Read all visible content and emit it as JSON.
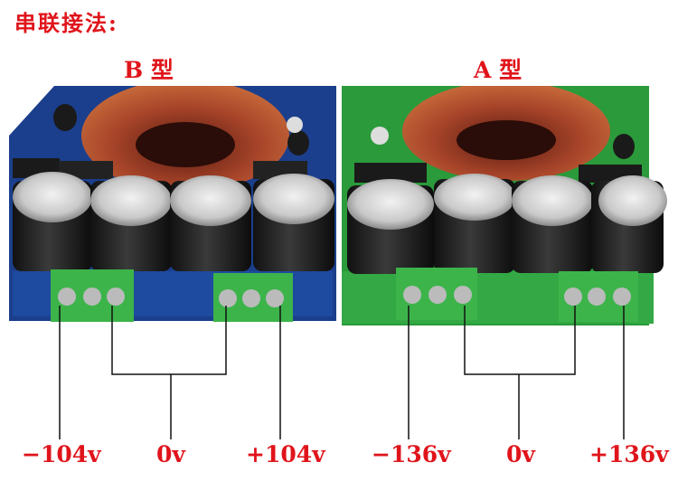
{
  "title": "串联接法:",
  "board_b": {
    "label": "B 型",
    "terminals": [
      "−104v",
      "0v",
      "+104v"
    ]
  },
  "board_a": {
    "label": "A 型",
    "terminals": [
      "−136v",
      "0v",
      "+136v"
    ]
  },
  "colors": {
    "text": "#e0141b",
    "board_b": "#1b3f8c",
    "board_a": "#2a9a3a",
    "terminal_block": "#3cb44a"
  }
}
